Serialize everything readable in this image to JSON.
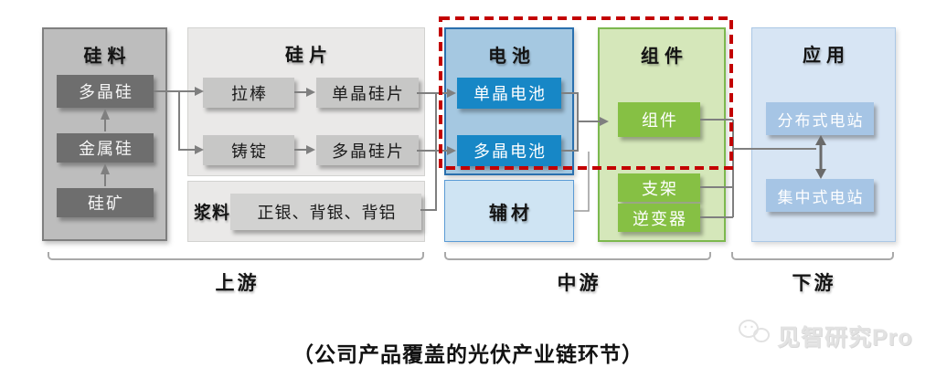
{
  "diagram": {
    "caption": "（公司产品覆盖的光伏产业链环节）",
    "watermark": {
      "icon": "wechat-icon",
      "text": "见智研究Pro"
    },
    "stages": [
      "上游",
      "中游",
      "下游"
    ],
    "sections": {
      "silicon_material": {
        "title": "硅料",
        "items": [
          "多晶硅",
          "金属硅",
          "硅矿"
        ]
      },
      "wafer": {
        "title": "硅片",
        "rows": [
          {
            "process": "拉棒",
            "product": "单晶硅片"
          },
          {
            "process": "铸锭",
            "product": "多晶硅片"
          }
        ]
      },
      "paste": {
        "label": "浆料",
        "materials": "正银、背银、背铝"
      },
      "cell": {
        "title": "电池",
        "items": [
          "单晶电池",
          "多晶电池"
        ]
      },
      "auxiliary_material": {
        "label": "辅材"
      },
      "module": {
        "title": "组件",
        "product": "组件",
        "items": [
          "支架",
          "逆变器"
        ]
      },
      "application": {
        "title": "应用",
        "items": [
          "分布式电站",
          "集中式电站"
        ]
      }
    },
    "colors": {
      "silicon_box": "#bdbdbd",
      "silicon_chip": "#6e6e6e",
      "wafer_box": "#eae9e8",
      "wafer_chip": "#c7c7c6",
      "cell_box": "#a5c8e1",
      "cell_border": "#2a70ae",
      "cell_chip": "#1787c6",
      "auxiliary_box": "#cfe4f3",
      "module_box": "#d5e7ba",
      "module_border": "#7cb84e",
      "module_chip": "#86c044",
      "application_box": "#d7e5f4",
      "application_chip": "#a6c5e5",
      "highlight_dashed_frame": "#c30000",
      "connector": "#7f7f7f"
    }
  }
}
